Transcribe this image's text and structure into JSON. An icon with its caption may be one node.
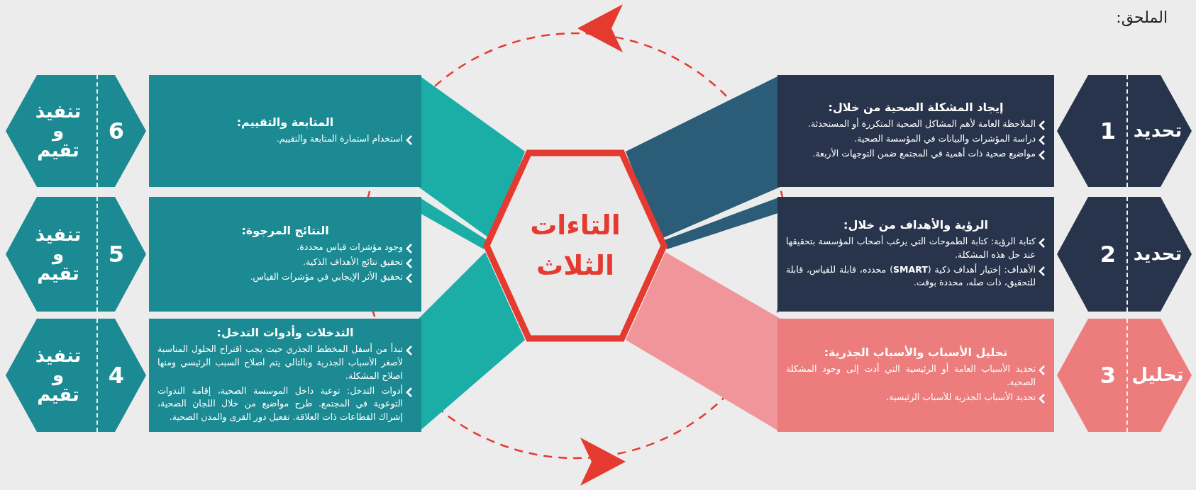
{
  "diagram": {
    "nodes": [
      {
        "text": [
          "التاءات الثلاث"
        ]
      },
      {
        "text": [
          "تحديد",
          "1"
        ]
      },
      {
        "text": [
          "إيجاد المشكلة الصحية من خلال:",
          "الملاحظة العامة لأهم المشاكل الصحية المتكررة أو المستحدثة.",
          "دراسة المؤشرات والبيانات في المؤسسة الصحية.",
          "مواضيع صحية ذات أهمية في المجتمع ضمن التوجهات الأربعة."
        ]
      },
      {
        "text": [
          "تحديد",
          "2"
        ]
      },
      {
        "text": [
          "الرؤية والأهداف من خلال:",
          "كتابة الرؤية: كتابة الطموحات التي يرغب أصحاب المؤسسة بتحقيقها عند حل هذه المشكلة.",
          "الأهداف: إختيار أهداف ذكية (**SMART**) محدده، قابلة للقياس، قابلة للتحقيق، ذات صله، محددة بوقت."
        ]
      },
      {
        "text": [
          "تحليل",
          "3"
        ]
      },
      {
        "text": [
          "تحليل الأسباب والأسباب الجذرية:",
          "تحديد الأسباب العامة أو الرئيسية التي أدت إلى وجود المشكلة الصحية.",
          "تحديد الأسباب الجذرية للأسباب الرئيسية."
        ]
      },
      {
        "text": [
          "4",
          "تنفيذ و تقيم"
        ]
      },
      {
        "text": [
          "التدخلات وأدوات التدخل:",
          "تبدأ من أسفل المخطط الجذري حيث يجب اقتراح الحلول المناسبة لأصغر الأسباب الجذرية وبالتالي يتم اصلاح السبب الرئيسي ومنها اصلاح المشكلة.",
          "أدوات التدخل: توعية داخل الموسسة الصحية، إقامة الندوات التوعوية في المجتمع. طرح مواضيع من خلال اللجان الصحية، إشراك القطاعات ذات العلاقة. تفعيل دور القرى والمدن الصحية."
        ]
      },
      {
        "text": [
          "5",
          "تنفيذ و تقيم"
        ]
      },
      {
        "text": [
          "النتائج المرجوة:",
          "وجود مؤشرات قياس محددة.",
          "تحقيق نتائج الأهداف الذكية.",
          "تحقيق الأثر الإيجابي في مؤشرات القياس."
        ]
      },
      {
        "text": [
          "6",
          "تنفيذ و تقيم"
        ]
      },
      {
        "text": [
          "المتابعة والتقييم:",
          "استخدام استمارة المتابعة والتقييم."
        ]
      }
    ],
    "labels": [
      "الملحق:"
    ]
  }
}
